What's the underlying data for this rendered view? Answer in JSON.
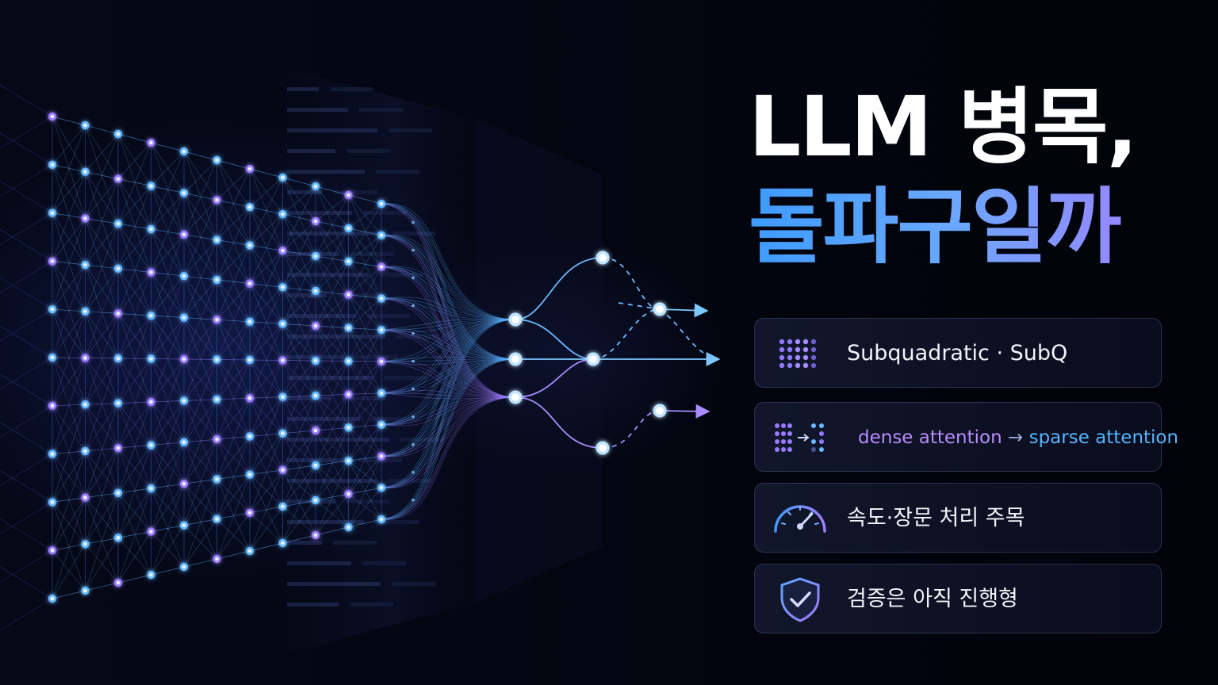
{
  "headline": {
    "line1": "LLM 병목,",
    "line2": "돌파구일까"
  },
  "cards": [
    {
      "text": "Subquadratic · SubQ",
      "icon": "dot-grid-icon"
    },
    {
      "dense": "dense attention",
      "arrow": "→",
      "sparse": "sparse attention",
      "icon": "dense-to-sparse-icon"
    },
    {
      "text": "속도·장문 처리 주목",
      "icon": "speedometer-icon"
    },
    {
      "text": "검증은 아직 진행형",
      "icon": "shield-check-icon"
    }
  ],
  "colors": {
    "blue": "#3d9bff",
    "purple": "#a57cff",
    "node_blue": "#66b8ff",
    "node_purple": "#9a7bff",
    "background": "#02040c"
  }
}
